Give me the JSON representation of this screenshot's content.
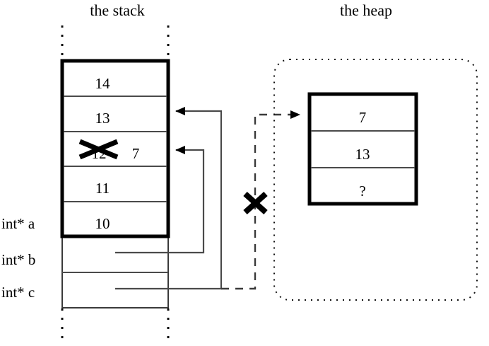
{
  "figure": {
    "titles": {
      "stack": "the stack",
      "heap": "the heap"
    },
    "stack": {
      "array_cells": [
        {
          "value": "14"
        },
        {
          "value": "13"
        },
        {
          "value": "12",
          "struck_out": "true",
          "new_value": "7"
        },
        {
          "value": "11"
        },
        {
          "value": "10"
        }
      ],
      "pointer_rows": [
        {
          "label": "int* a"
        },
        {
          "label": "int* b"
        },
        {
          "label": "int* c"
        }
      ]
    },
    "heap": {
      "cells": [
        {
          "value": "7"
        },
        {
          "value": "13"
        },
        {
          "value": "?"
        }
      ]
    },
    "annotations": {
      "invalidated_pointer_mark": "X",
      "struck_value_mark": "X"
    },
    "colors": {
      "ink": "#000000",
      "rule": "#4a4a4a",
      "background": "#ffffff"
    }
  }
}
